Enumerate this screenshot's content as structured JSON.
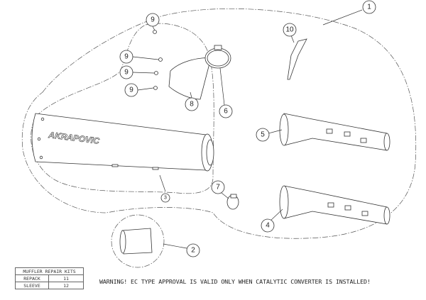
{
  "logo": "AKRAPOVIC",
  "callouts": {
    "c1": "1",
    "c2": "2",
    "c3": "3",
    "c4": "4",
    "c5": "5",
    "c6": "6",
    "c7": "7",
    "c8": "8",
    "c9": "9",
    "c10": "10"
  },
  "repair_kits": {
    "title": "MUFFLER REPAIR KITS",
    "rows": [
      {
        "label": "REPACK",
        "value": "11"
      },
      {
        "label": "SLEEVE",
        "value": "12"
      }
    ]
  },
  "warning": "WARNING! EC TYPE APPROVAL IS VALID ONLY WHEN CATALYTIC CONVERTER IS INSTALLED!"
}
